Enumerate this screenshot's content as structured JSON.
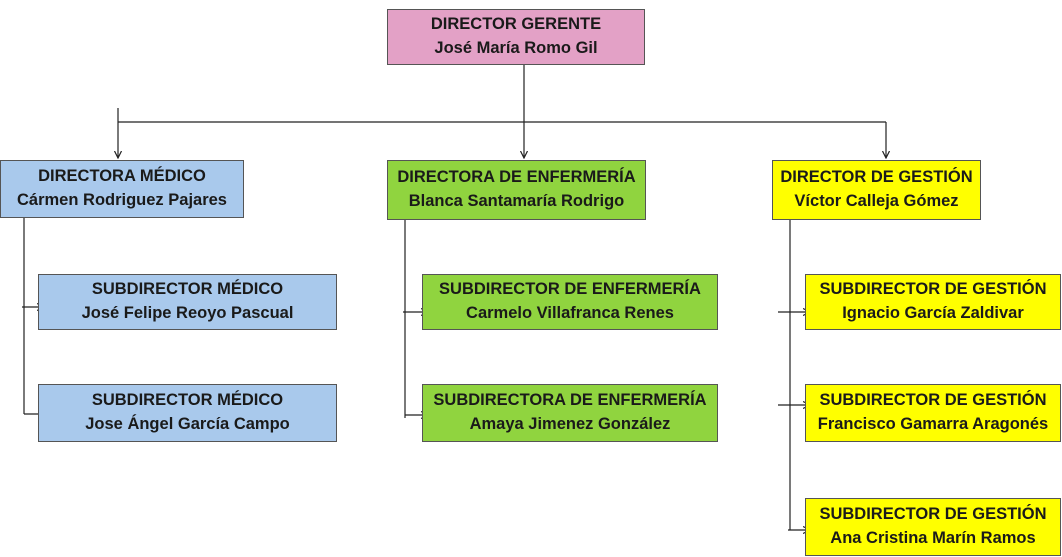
{
  "colors": {
    "director_gerente": "#e3a1c6",
    "medico": "#a9c9ec",
    "enfermeria": "#90d43f",
    "gestion": "#ffff00",
    "lines": "#222222"
  },
  "org": {
    "gerente": {
      "title": "DIRECTOR GERENTE",
      "name": "José María Romo Gil"
    },
    "medico": {
      "title": "DIRECTORA MÉDICO",
      "name": "Cármen Rodriguez  Pajares",
      "subs": [
        {
          "title": "SUBDIRECTOR MÉDICO",
          "name": "José Felipe Reoyo Pascual"
        },
        {
          "title": "SUBDIRECTOR MÉDICO",
          "name": "Jose Ángel García Campo"
        }
      ]
    },
    "enfermeria": {
      "title": "DIRECTORA DE ENFERMERÍA",
      "name": "Blanca Santamaría Rodrigo",
      "subs": [
        {
          "title": "SUBDIRECTOR DE ENFERMERÍA",
          "name": "Carmelo Villafranca Renes"
        },
        {
          "title": "SUBDIRECTORA DE ENFERMERÍA",
          "name": "Amaya Jimenez González"
        }
      ]
    },
    "gestion": {
      "title": "DIRECTOR DE GESTIÓN",
      "name": "Víctor Calleja Gómez",
      "subs": [
        {
          "title": "SUBDIRECTOR DE GESTIÓN",
          "name": "Ignacio García Zaldivar"
        },
        {
          "title": "SUBDIRECTOR DE GESTIÓN",
          "name": "Francisco Gamarra Aragonés"
        },
        {
          "title": "SUBDIRECTOR DE GESTIÓN",
          "name": "Ana Cristina Marín Ramos"
        }
      ]
    }
  }
}
